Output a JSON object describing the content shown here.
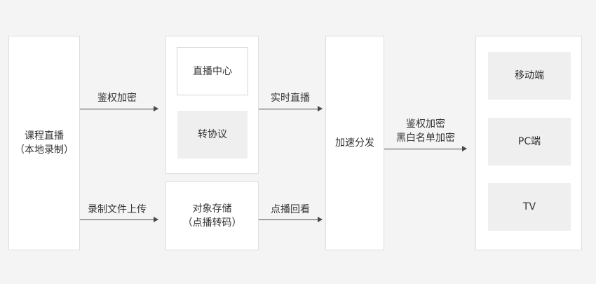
{
  "source": {
    "line1": "课程直播",
    "line2": "（本地录制）"
  },
  "processing": {
    "live_center": "直播中心",
    "protocol_conversion": "转协议"
  },
  "storage": {
    "line1": "对象存储",
    "line2": "（点播转码）"
  },
  "accelerate": {
    "label": "加速分发"
  },
  "targets": {
    "mobile": "移动端",
    "pc": "PC端",
    "tv": "TV"
  },
  "edges": {
    "auth_encrypt": "鉴权加密",
    "record_upload": "录制文件上传",
    "realtime_live": "实时直播",
    "vod_playback": "点播回看",
    "final_line1": "鉴权加密",
    "final_line2": "黑白名单加密"
  },
  "colors": {
    "background": "#f4f4f4",
    "box_fill": "#ffffff",
    "box_border": "#dedede",
    "tile_fill": "#efefef",
    "arrow": "#4a4a4a"
  }
}
